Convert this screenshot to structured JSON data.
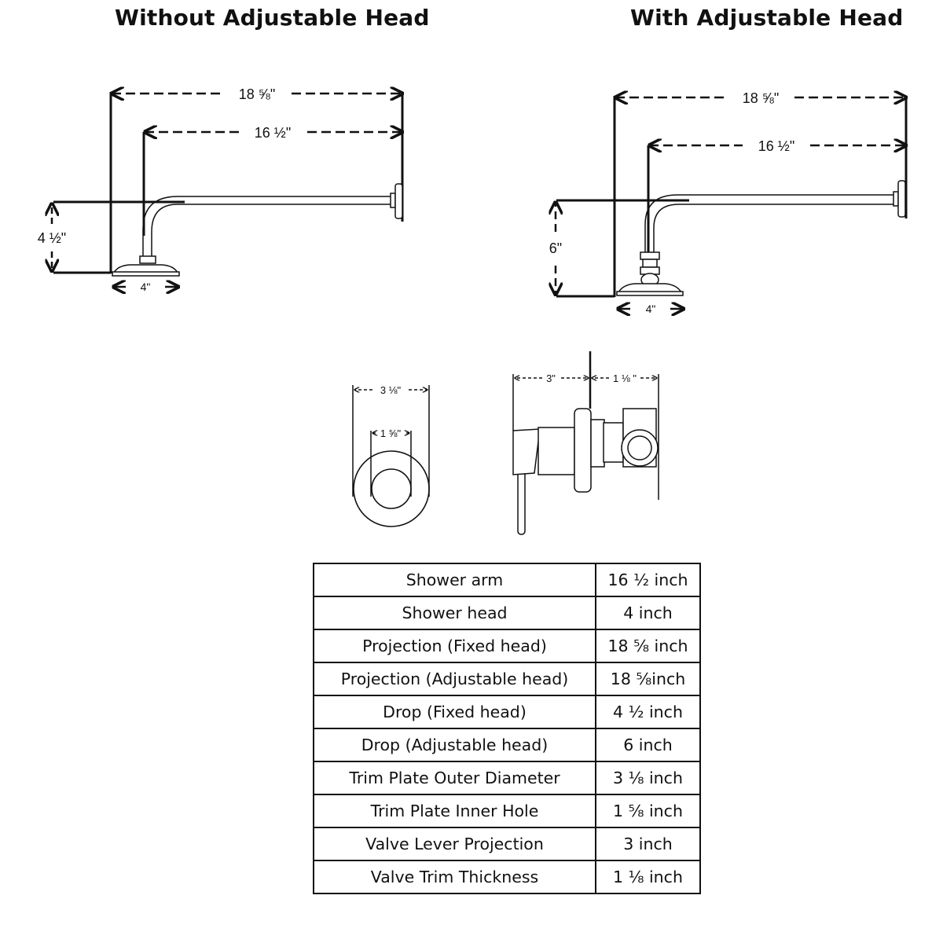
{
  "titles": {
    "left": "Without Adjustable Head",
    "right": "With Adjustable Head"
  },
  "fixed_head": {
    "projection": "18 ⅝\"",
    "arm": "16 ½\"",
    "drop": "4 ½\"",
    "head": "4\""
  },
  "adjustable_head": {
    "projection": "18 ⅝\"",
    "arm": "16 ½\"",
    "drop": "6\"",
    "head": "4\""
  },
  "trim_plate": {
    "outer": "3 ⅛\"",
    "inner": "1 ⅝\""
  },
  "valve": {
    "lever": "3\"",
    "thickness": "1 ⅛ \""
  },
  "spec_table": [
    {
      "label": "Shower arm",
      "value": "16 ½ inch"
    },
    {
      "label": "Shower head",
      "value": "4 inch"
    },
    {
      "label": "Projection (Fixed head)",
      "value": "18 ⅝ inch"
    },
    {
      "label": "Projection (Adjustable head)",
      "value": "18 ⅝inch"
    },
    {
      "label": "Drop (Fixed head)",
      "value": "4 ½ inch"
    },
    {
      "label": "Drop (Adjustable head)",
      "value": "6 inch"
    },
    {
      "label": "Trim Plate Outer Diameter",
      "value": "3 ⅛ inch"
    },
    {
      "label": "Trim Plate Inner Hole",
      "value": "1 ⅝ inch"
    },
    {
      "label": "Valve Lever Projection",
      "value": "3 inch"
    },
    {
      "label": "Valve Trim Thickness",
      "value": "1 ⅛ inch"
    }
  ]
}
